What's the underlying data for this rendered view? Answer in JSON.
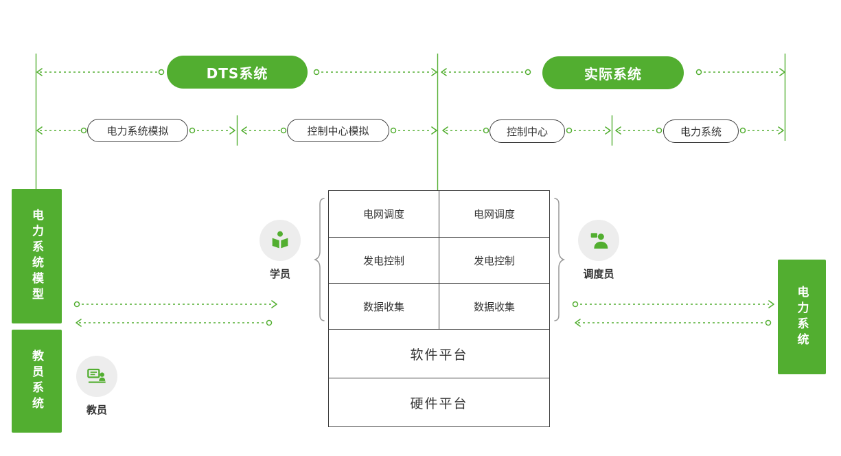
{
  "colors": {
    "green": "#52ae30",
    "border_dark": "#3f3f3f",
    "text_dark": "#333333",
    "icon_bg": "#ededed",
    "brace": "#999999"
  },
  "top_row": {
    "dts": "DTS系统",
    "actual": "实际系统"
  },
  "second_row": [
    "电力系统模拟",
    "控制中心模拟",
    "控制中心",
    "电力系统"
  ],
  "side_bars": {
    "left_top": "电力系统模型",
    "left_bottom": "教员系统",
    "right": "电力系统"
  },
  "platform_table": {
    "dts_column": [
      "电网调度",
      "发电控制",
      "数据收集"
    ],
    "real_column": [
      "电网调度",
      "发电控制",
      "数据收集"
    ],
    "software": "软件平台",
    "hardware": "硬件平台"
  },
  "actors": {
    "student": "学员",
    "dispatcher": "调度员",
    "instructor": "教员"
  }
}
